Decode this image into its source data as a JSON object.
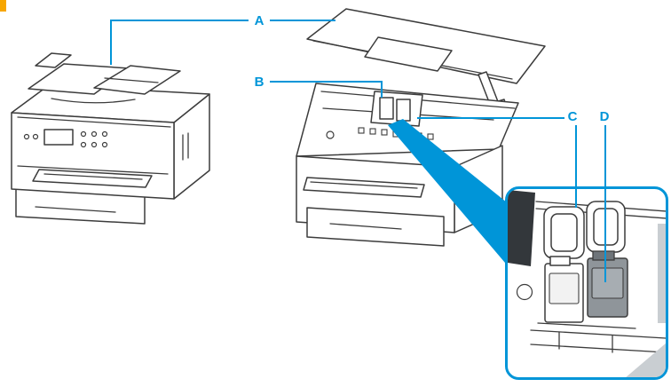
{
  "colors": {
    "accent": "#0095D8",
    "art_line": "#3C3C3C",
    "dark_part": "#33373B",
    "cartridge_gray": "#8F959A",
    "cartridge_gray_dark": "#6F757A",
    "cartridge_label_gray": "#A7ADB2",
    "light_gray": "#C9CED2",
    "corner_mark": "#F7A600"
  },
  "diagram": {
    "type": "printer-parts-callout-illustration",
    "callouts": [
      {
        "id": "A",
        "label": "A"
      },
      {
        "id": "B",
        "label": "B"
      },
      {
        "id": "C",
        "label": "C"
      },
      {
        "id": "D",
        "label": "D"
      }
    ]
  }
}
